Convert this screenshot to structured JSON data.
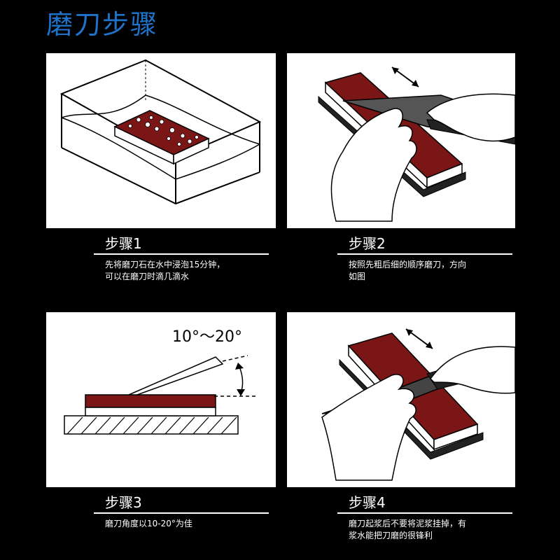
{
  "title": "磨刀步骤",
  "steps": [
    {
      "label": "步骤1",
      "desc": "先将磨刀石在水中浸泡15分钟，可以在磨刀时滴几滴水"
    },
    {
      "label": "步骤2",
      "desc": "按照先粗后细的顺序磨刀，方向如图"
    },
    {
      "label": "步骤3",
      "desc": "磨刀角度以10-20°为佳"
    },
    {
      "label": "步骤4",
      "desc": "磨刀起浆后不要将泥浆挂掉，有浆水能把刀磨的很锋利"
    }
  ],
  "angle_label": "10°～20°",
  "colors": {
    "accent": "#1e73c8",
    "stone": "#7a1616",
    "background": "#000000"
  }
}
